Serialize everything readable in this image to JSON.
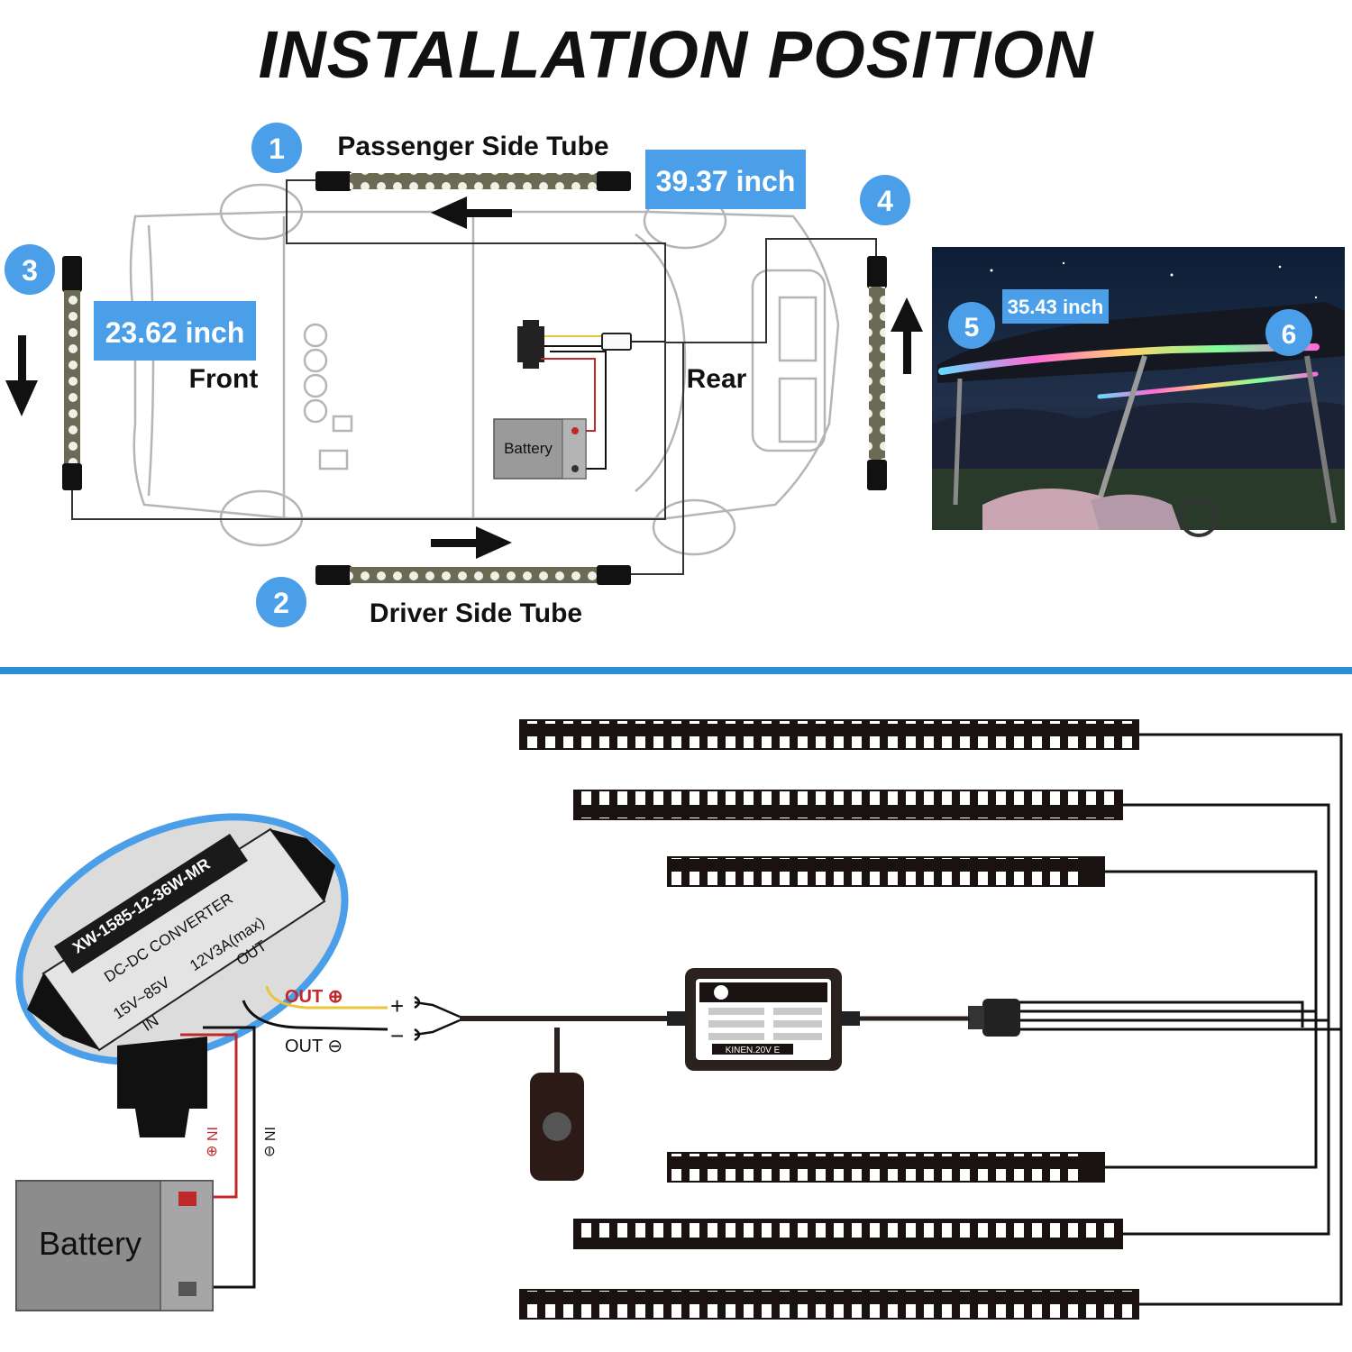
{
  "title": "INSTALLATION POSITION",
  "colors": {
    "accent": "#4a9fe8",
    "divider": "#2a8fd6",
    "wire_red": "#c0282b",
    "wire_yellow": "#e8c53a",
    "tube_black": "#111111"
  },
  "top": {
    "passenger_label": "Passenger Side Tube",
    "driver_label": "Driver Side Tube",
    "front_label": "Front",
    "rear_label": "Rear",
    "battery_label": "Battery",
    "badges": [
      "1",
      "2",
      "3",
      "4",
      "5",
      "6"
    ],
    "measurements": {
      "side": "39.37 inch",
      "front": "23.62 inch",
      "rear": "35.43 inch"
    }
  },
  "bottom": {
    "converter_model": "XW-1585-12-36W-MR",
    "converter_type": "DC-DC  CONVERTER",
    "input_range": "15V~85V",
    "output_rating": "12V3A(max)",
    "in_label": "IN",
    "out_label": "OUT",
    "out_plus": "OUT ⊕",
    "out_minus": "OUT ⊖",
    "in_plus": "IN ⊕",
    "in_minus": "IN ⊖",
    "controller_brand": "KINEN.20V E",
    "battery_label": "Battery"
  }
}
